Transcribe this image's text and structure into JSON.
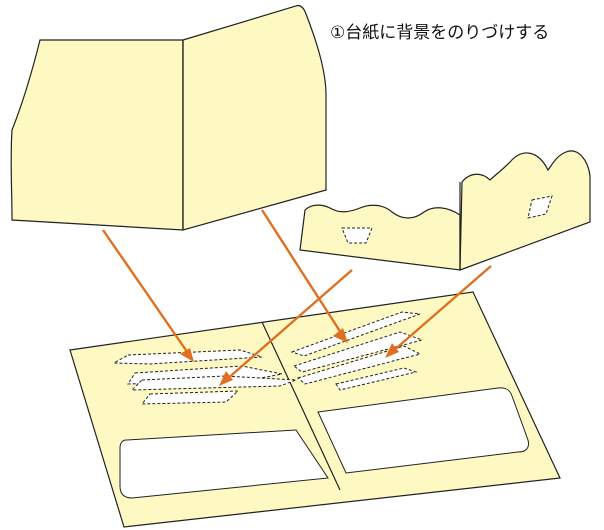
{
  "caption": {
    "text": "①台紙に背景をのりづけする"
  },
  "colors": {
    "paper": "#fef9c3",
    "outline": "#222222",
    "arrow": "#e07020",
    "window": "#ffffff",
    "background": "#ffffff"
  },
  "parts": {
    "background_card": "background-card",
    "scallop_piece": "scalloped-foreground-piece",
    "base_card": "base-mount-card"
  },
  "arrows": {
    "count": 4
  }
}
